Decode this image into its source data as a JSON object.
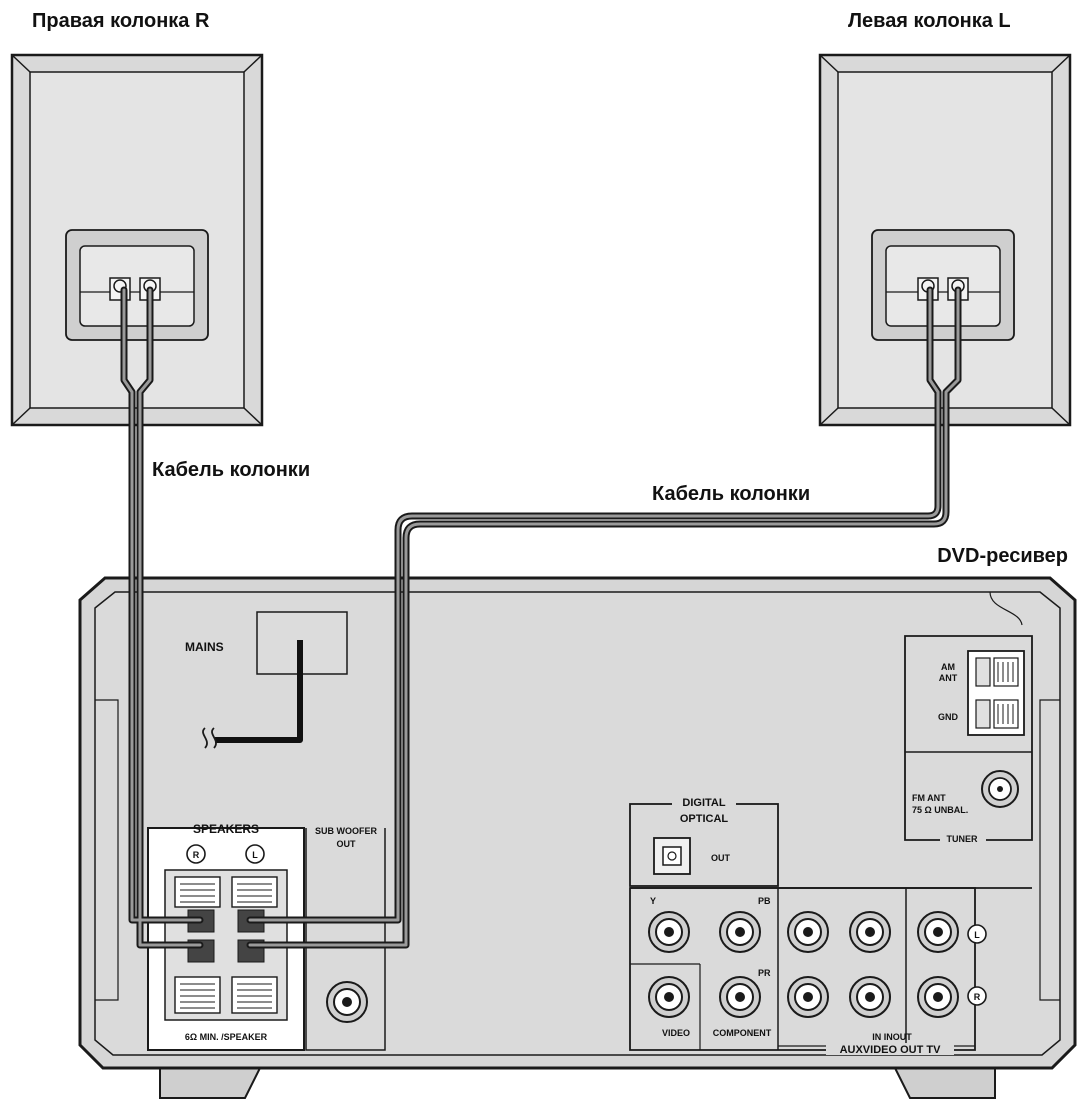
{
  "labels": {
    "speaker_right": "Правая колонка R",
    "speaker_left": "Левая колонка L",
    "cable_right": "Кабель колонки",
    "cable_left": "Кабель колонки",
    "receiver": "DVD-ресивер"
  },
  "panel": {
    "mains": "MAINS",
    "speakers": "SPEAKERS",
    "speakers_r": "R",
    "speakers_l": "L",
    "speaker_spec": "6Ω MIN. /SPEAKER",
    "subwoofer_line1": "SUB WOOFER",
    "subwoofer_line2": "OUT",
    "digital_line1": "DIGITAL",
    "digital_line2": "OPTICAL",
    "optical_out": "OUT",
    "am_line1": "AM",
    "am_line2": "ANT",
    "gnd": "GND",
    "fm_line1": "FM ANT",
    "fm_line2": "75 Ω UNBAL.",
    "tuner": "TUNER",
    "comp_y": "Y",
    "comp_pb": "PB",
    "comp_pr": "PR",
    "video": "VIDEO",
    "component": "COMPONENT",
    "in_out": "IN INOUT",
    "aux_video_out_tv": "AUXVIDEO OUT TV",
    "out_l": "L",
    "out_r": "R"
  },
  "colors": {
    "panel_fill": "#d6d6d6",
    "speaker_fill": "#d9d9d9",
    "cable": "#1a1a1a",
    "cable_inner": "#9a9a9a"
  }
}
